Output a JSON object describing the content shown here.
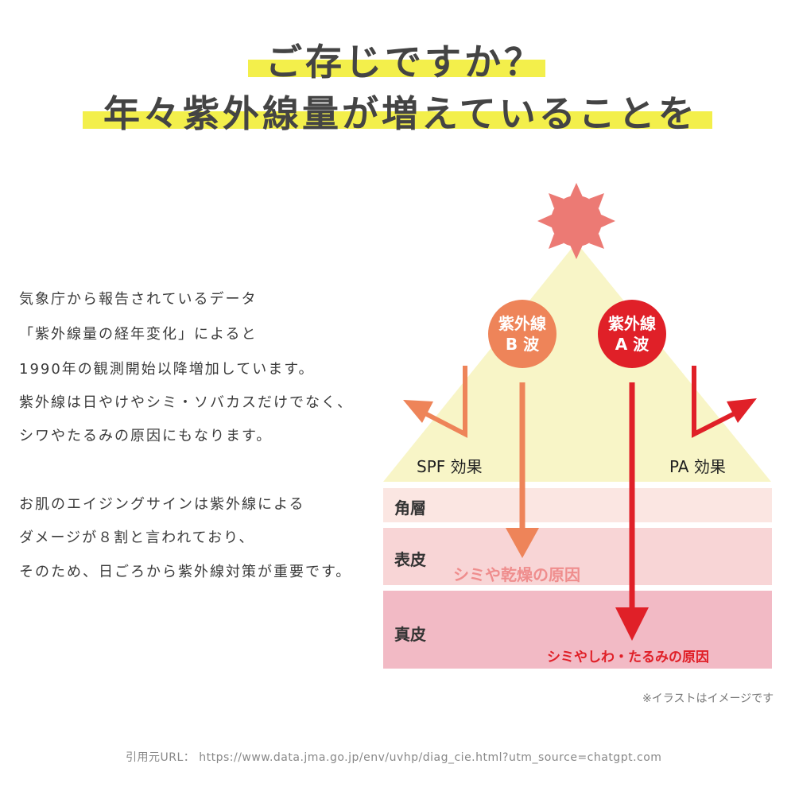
{
  "heading": {
    "line1": "ご存じですか？",
    "line2": "年々紫外線量が増えていることを"
  },
  "body": {
    "paragraph1": [
      "気象庁から報告されているデータ",
      "「紫外線量の経年変化」によると",
      "1990年の観測開始以降増加しています。",
      "紫外線は日やけやシミ・ソバカスだけでなく、",
      "シワやたるみの原因にもなります。"
    ],
    "paragraph2": [
      "お肌のエイジングサインは紫外線による",
      "ダメージが８割と言われており、",
      "そのため、日ごろから紫外線対策が重要です。"
    ]
  },
  "diagram": {
    "uvb_badge": [
      "紫外線",
      "B 波"
    ],
    "uva_badge": [
      "紫外線",
      "A 波"
    ],
    "spf_label": "SPF 効果",
    "pa_label": "PA 効果",
    "layers": [
      "角層",
      "表皮",
      "真皮"
    ],
    "uvb_cause": "シミや乾燥の原因",
    "uva_cause": "シミやしわ・たるみの原因",
    "colors": {
      "sun": "#ec7a74",
      "light": "#f8f5c7",
      "uvb": "#ee8459",
      "uva": "#e02028",
      "layer1": "#fbe6e2",
      "layer2": "#f8d5d6",
      "layer3": "#f2bac5",
      "highlight": "#f3ef4b"
    }
  },
  "note": "※イラストはイメージです",
  "citation": "引用元URL：  https://www.data.jma.go.jp/env/uvhp/diag_cie.html?utm_source=chatgpt.com"
}
